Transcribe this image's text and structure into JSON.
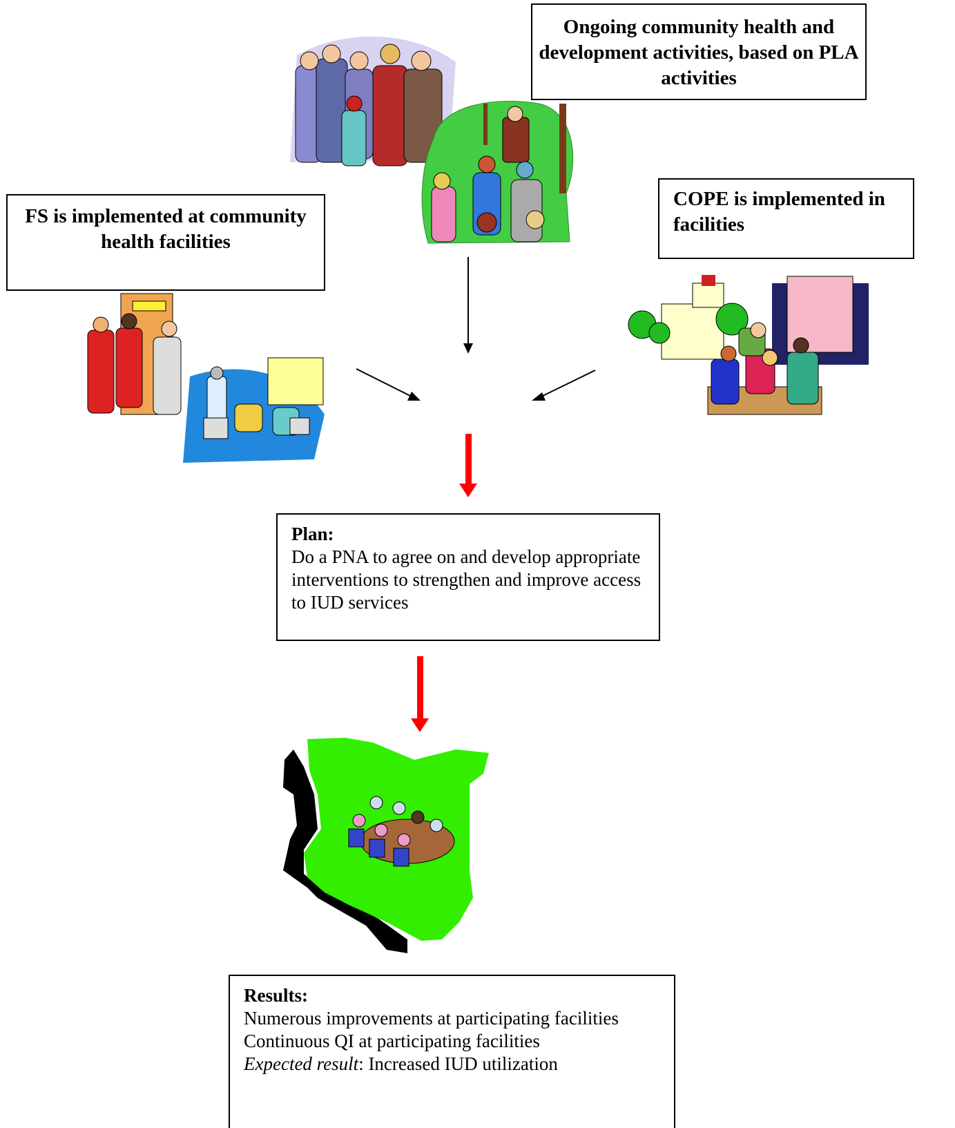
{
  "boxes": {
    "community": "Ongoing community health and development activities, based on PLA activities",
    "fs": "FS is implemented at community health facilities",
    "cope": "COPE is implemented in facilities",
    "plan": {
      "title": "Plan:",
      "body": "Do a PNA to agree on and develop appropriate interventions to strengthen and improve access to IUD services"
    },
    "results": {
      "title": "Results:",
      "line1": "Numerous improvements at participating facilities",
      "line2": "Continuous QI at participating facilities",
      "line3_italic": "Expected result",
      "line3_rest": ": Increased IUD utilization"
    }
  },
  "illustrations": {
    "crowd": "people-crowd-illustration",
    "meeting": "outdoor-meeting-illustration",
    "fs": "facility-staff-and-computers-illustration",
    "cope": "hospital-and-meeting-illustration",
    "map": "kenya-map-meeting-illustration"
  },
  "colors": {
    "red_arrow": "#ff0000",
    "map_green": "#33ee00",
    "black_arrow": "#000000"
  }
}
